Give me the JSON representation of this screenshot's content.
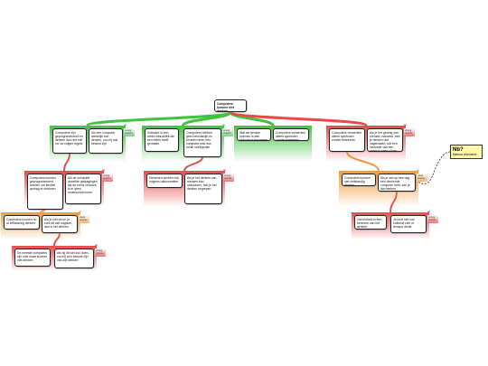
{
  "colors": {
    "green": "#3ec43e",
    "red": "#e84a4a",
    "orange": "#f19a3a",
    "note": "#fff8a8"
  },
  "root": {
    "text": "Computers kunnen niet denken"
  },
  "level1": [
    {
      "text": "Computers zijn geprogrammeerd en denken dus niet zelf na; ze volgen regels",
      "color": "green"
    },
    {
      "text": "Als een computer werkelijk kon denken, zou hij ook bewust zijn",
      "color": "green"
    },
    {
      "text": "Software is een reeks instructies die een mens heeft gemaakt",
      "color": "green"
    },
    {
      "text": "Computers hebben geen bewustzijn en ervaren niets; een computer mist dus echte intelligentie",
      "color": "green"
    },
    {
      "text": "Wat we denken noemen is een biologisch fenomeen",
      "color": "green"
    },
    {
      "text": "Computers verwerken alleen symbolen zonder betekenis",
      "color": "red"
    },
    {
      "text": "Als je het gedrag van mensen nabootst, heb je denken niet nagemaakt; ook een simulatie van een storm is geen storm",
      "color": "red"
    }
  ],
  "level2": [
    {
      "text": "Computers kunnen geprogrammeerd worden om flexibel gedrag te vertonen",
      "color": "red"
    },
    {
      "text": "Als de computer dezelfde gedragingen als de mens vertoont, is er geen onderscheid meer",
      "color": "red"
    },
    {
      "text": "Hersenen werken ook volgens natuurwetten",
      "color": "red"
    },
    {
      "text": "Als je het denken van mensen kan nabootsen, heb je het denken begrepen",
      "color": "red"
    },
    {
      "text": "Computers kunnen niet zelfstandig denken",
      "color": "orange"
    },
    {
      "text": "Als je wel op een dag een denkende computer hebt, zou je dat merken",
      "color": "orange"
    }
  ],
  "level3": [
    {
      "text": "Computers kunnen nu al zelfstandig denken",
      "color": "orange"
    },
    {
      "text": "Als je niet wil en je kunt dit niet nagaan, dan is het denken",
      "color": "orange"
    },
    {
      "text": "Gerichtheid is een kenmerk van het denken",
      "color": "red"
    },
    {
      "text": "Je kunt niet van buitenaf zien of iemand denkt",
      "color": "red"
    }
  ],
  "level4": [
    {
      "text": "De meeste computers zijn snel maar kunnen niet denken",
      "color": "red"
    },
    {
      "text": "Als hij dit wel zou doen, zou hij zich bewust zijn van zijn denken",
      "color": "red"
    }
  ],
  "tags": {
    "green": "strong support",
    "red": "strong oppose",
    "orange": "weak oppose"
  },
  "note": {
    "title": "Nb?",
    "text": "Nieuw element"
  }
}
